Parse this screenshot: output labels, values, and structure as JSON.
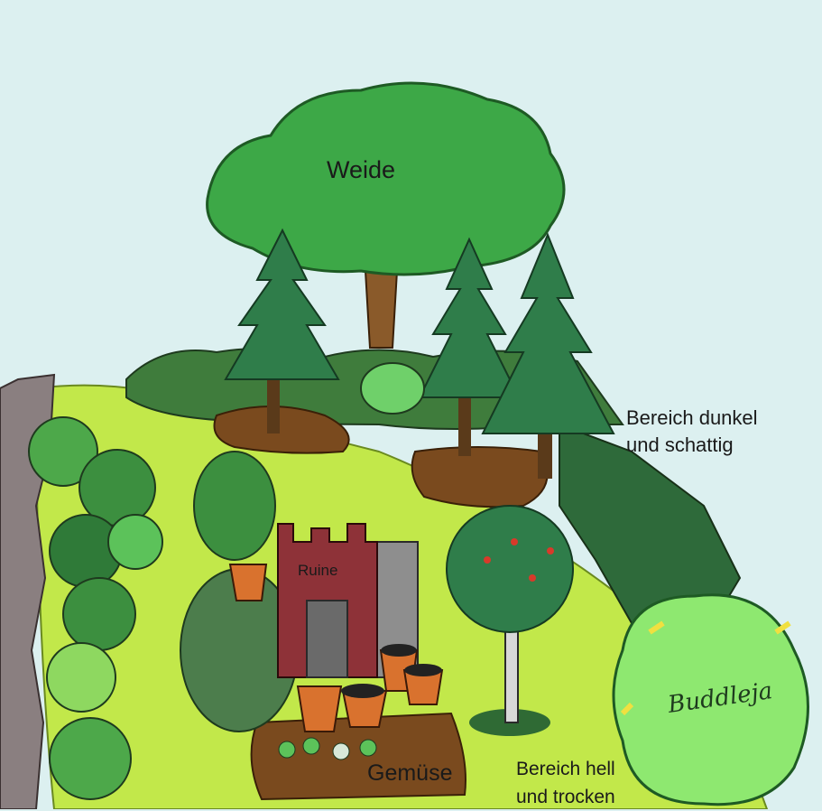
{
  "labels": {
    "weide": "Weide",
    "dunkel_line1": "Bereich dunkel",
    "dunkel_line2": "und schattig",
    "ruine": "Ruine",
    "gemuse": "Gemüse",
    "hell_line1": "Bereich hell",
    "hell_line2": "und trocken",
    "buddleja": "Buddleja"
  },
  "colors": {
    "sky": "#dcf0f0",
    "lawn": "#c2e84a",
    "willow": "#3da847",
    "fir": "#2f7d4a",
    "soil": "#7a4a1e",
    "ruin": "#8e3238",
    "pot": "#d9722e",
    "buddleja": "#8ee870",
    "wall": "#8a7f80"
  },
  "icons": [
    "willow-tree-icon",
    "fir-tree-icon",
    "ruin-icon",
    "flower-pot-icon",
    "fruit-tree-icon",
    "shrub-icon"
  ]
}
